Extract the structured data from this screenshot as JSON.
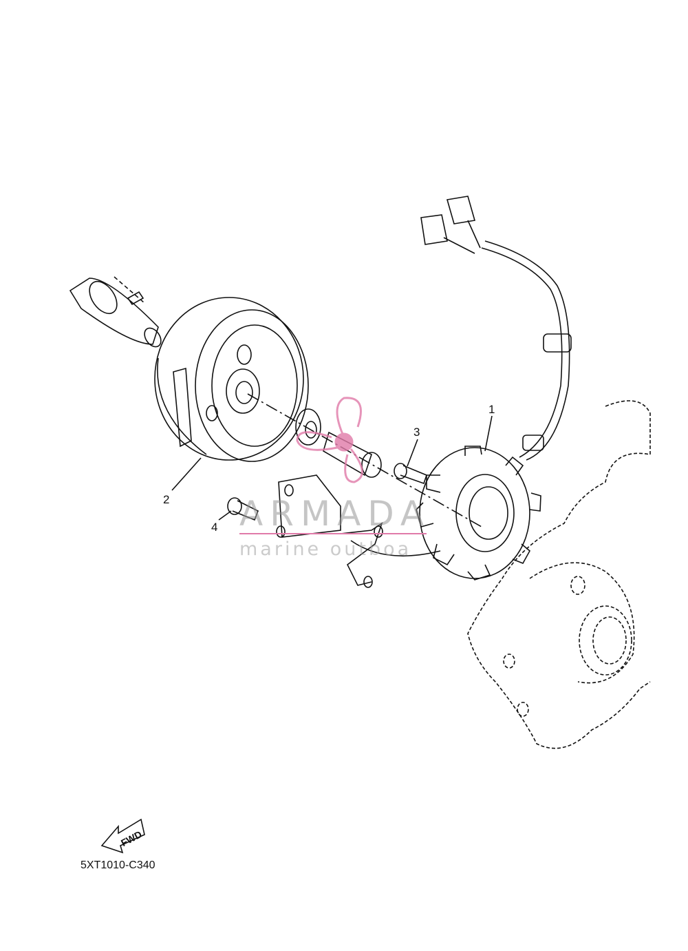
{
  "callouts": {
    "part_1": "1",
    "part_2": "2",
    "part_3": "3",
    "part_4": "4"
  },
  "fwd_label": "FWD",
  "diagram_code": "5XT1010-C340",
  "watermark": {
    "brand": "ARMADA",
    "subtitle": "marine outboa",
    "color": "#e07aa8"
  },
  "colors": {
    "line": "#111111",
    "watermark_pink": "#e07aa8"
  }
}
